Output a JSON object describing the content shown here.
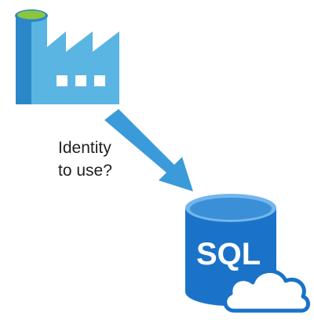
{
  "diagram": {
    "question_line1": "Identity",
    "question_line2": "to use?",
    "sql_label": "SQL"
  },
  "icons": {
    "source": "data-factory-icon",
    "arrow": "arrow-icon",
    "target": "azure-sql-database-icon",
    "cloud": "cloud-icon"
  },
  "colors": {
    "factory_light": "#5bb5e3",
    "factory_dark": "#2b88c8",
    "factory_top": "#8cc63f",
    "arrow": "#3b9ad9",
    "sql_body": "#1a73c8",
    "sql_top": "#3b8fd6",
    "sql_rim": "#73b6ee",
    "cloud_stroke": "#1a73c8"
  }
}
